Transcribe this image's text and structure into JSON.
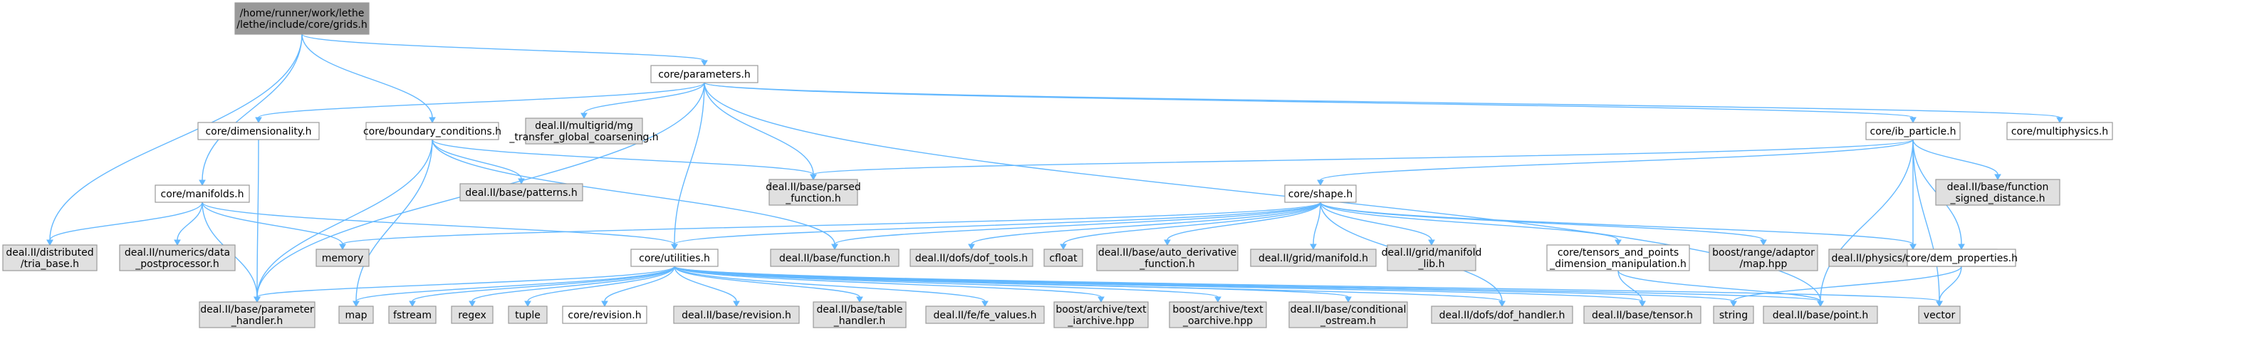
{
  "nodes": [
    {
      "id": "root",
      "lines": [
        "/home/runner/work/lethe",
        "/lethe/include/core/grids.h"
      ],
      "kind": "root"
    },
    {
      "id": "parameters",
      "lines": [
        "core/parameters.h"
      ],
      "kind": "local"
    },
    {
      "id": "dimensionality",
      "lines": [
        "core/dimensionality.h"
      ],
      "kind": "local"
    },
    {
      "id": "boundary",
      "lines": [
        "core/boundary_conditions.h"
      ],
      "kind": "local"
    },
    {
      "id": "mgtransfer",
      "lines": [
        "deal.II/multigrid/mg",
        "_transfer_global_coarsening.h"
      ],
      "kind": "external"
    },
    {
      "id": "ibparticle",
      "lines": [
        "core/ib_particle.h"
      ],
      "kind": "local"
    },
    {
      "id": "multiphysics",
      "lines": [
        "core/multiphysics.h"
      ],
      "kind": "local"
    },
    {
      "id": "manifolds",
      "lines": [
        "core/manifolds.h"
      ],
      "kind": "local"
    },
    {
      "id": "patterns",
      "lines": [
        "deal.II/base/patterns.h"
      ],
      "kind": "external"
    },
    {
      "id": "parsedfn",
      "lines": [
        "deal.II/base/parsed",
        "_function.h"
      ],
      "kind": "external"
    },
    {
      "id": "shape",
      "lines": [
        "core/shape.h"
      ],
      "kind": "local"
    },
    {
      "id": "signeddist",
      "lines": [
        "deal.II/base/function",
        "_signed_distance.h"
      ],
      "kind": "external"
    },
    {
      "id": "triabase",
      "lines": [
        "deal.II/distributed",
        "/tria_base.h"
      ],
      "kind": "external"
    },
    {
      "id": "datapost",
      "lines": [
        "deal.II/numerics/data",
        "_postprocessor.h"
      ],
      "kind": "external"
    },
    {
      "id": "memory",
      "lines": [
        "memory"
      ],
      "kind": "external"
    },
    {
      "id": "utilities",
      "lines": [
        "core/utilities.h"
      ],
      "kind": "local"
    },
    {
      "id": "function",
      "lines": [
        "deal.II/base/function.h"
      ],
      "kind": "external"
    },
    {
      "id": "doftools",
      "lines": [
        "deal.II/dofs/dof_tools.h"
      ],
      "kind": "external"
    },
    {
      "id": "cfloat",
      "lines": [
        "cfloat"
      ],
      "kind": "external"
    },
    {
      "id": "autoderiv",
      "lines": [
        "deal.II/base/auto_derivative",
        "_function.h"
      ],
      "kind": "external"
    },
    {
      "id": "gridmanifold",
      "lines": [
        "deal.II/grid/manifold.h"
      ],
      "kind": "external"
    },
    {
      "id": "manifoldlib",
      "lines": [
        "deal.II/grid/manifold",
        "_lib.h"
      ],
      "kind": "external"
    },
    {
      "id": "tensorsmanip",
      "lines": [
        "core/tensors_and_points",
        "_dimension_manipulation.h"
      ],
      "kind": "local"
    },
    {
      "id": "rangeadaptor",
      "lines": [
        "boost/range/adaptor",
        "/map.hpp"
      ],
      "kind": "external"
    },
    {
      "id": "transforms",
      "lines": [
        "deal.II/physics/transformations.h"
      ],
      "kind": "external"
    },
    {
      "id": "demprops",
      "lines": [
        "core/dem_properties.h"
      ],
      "kind": "local"
    },
    {
      "id": "paramhandler",
      "lines": [
        "deal.II/base/parameter",
        "_handler.h"
      ],
      "kind": "external"
    },
    {
      "id": "map",
      "lines": [
        "map"
      ],
      "kind": "external"
    },
    {
      "id": "fstream",
      "lines": [
        "fstream"
      ],
      "kind": "external"
    },
    {
      "id": "regex",
      "lines": [
        "regex"
      ],
      "kind": "external"
    },
    {
      "id": "tuple",
      "lines": [
        "tuple"
      ],
      "kind": "external"
    },
    {
      "id": "revision",
      "lines": [
        "core/revision.h"
      ],
      "kind": "local"
    },
    {
      "id": "baserevision",
      "lines": [
        "deal.II/base/revision.h"
      ],
      "kind": "external"
    },
    {
      "id": "tablehandler",
      "lines": [
        "deal.II/base/table",
        "_handler.h"
      ],
      "kind": "external"
    },
    {
      "id": "fevalues",
      "lines": [
        "deal.II/fe/fe_values.h"
      ],
      "kind": "external"
    },
    {
      "id": "iarchive",
      "lines": [
        "boost/archive/text",
        "_iarchive.hpp"
      ],
      "kind": "external"
    },
    {
      "id": "oarchive",
      "lines": [
        "boost/archive/text",
        "_oarchive.hpp"
      ],
      "kind": "external"
    },
    {
      "id": "condostream",
      "lines": [
        "deal.II/base/conditional",
        "_ostream.h"
      ],
      "kind": "external"
    },
    {
      "id": "dofhandler",
      "lines": [
        "deal.II/dofs/dof_handler.h"
      ],
      "kind": "external"
    },
    {
      "id": "tensor",
      "lines": [
        "deal.II/base/tensor.h"
      ],
      "kind": "external"
    },
    {
      "id": "string",
      "lines": [
        "string"
      ],
      "kind": "external"
    },
    {
      "id": "point",
      "lines": [
        "deal.II/base/point.h"
      ],
      "kind": "external"
    },
    {
      "id": "vector",
      "lines": [
        "vector"
      ],
      "kind": "external"
    }
  ],
  "edges": [
    [
      "root",
      "parameters"
    ],
    [
      "root",
      "boundary"
    ],
    [
      "root",
      "manifolds"
    ],
    [
      "root",
      "triabase"
    ],
    [
      "parameters",
      "dimensionality"
    ],
    [
      "parameters",
      "mgtransfer"
    ],
    [
      "parameters",
      "ibparticle"
    ],
    [
      "parameters",
      "multiphysics"
    ],
    [
      "parameters",
      "parsedfn"
    ],
    [
      "parameters",
      "utilities"
    ],
    [
      "parameters",
      "paramhandler"
    ],
    [
      "parameters",
      "point"
    ],
    [
      "dimensionality",
      "paramhandler"
    ],
    [
      "boundary",
      "patterns"
    ],
    [
      "boundary",
      "parsedfn"
    ],
    [
      "boundary",
      "function"
    ],
    [
      "boundary",
      "paramhandler"
    ],
    [
      "boundary",
      "map"
    ],
    [
      "ibparticle",
      "parsedfn"
    ],
    [
      "ibparticle",
      "shape"
    ],
    [
      "ibparticle",
      "signeddist"
    ],
    [
      "ibparticle",
      "transforms"
    ],
    [
      "ibparticle",
      "demprops"
    ],
    [
      "ibparticle",
      "point"
    ],
    [
      "ibparticle",
      "vector"
    ],
    [
      "manifolds",
      "triabase"
    ],
    [
      "manifolds",
      "datapost"
    ],
    [
      "manifolds",
      "memory"
    ],
    [
      "manifolds",
      "utilities"
    ],
    [
      "manifolds",
      "paramhandler"
    ],
    [
      "shape",
      "memory"
    ],
    [
      "shape",
      "utilities"
    ],
    [
      "shape",
      "function"
    ],
    [
      "shape",
      "doftools"
    ],
    [
      "shape",
      "cfloat"
    ],
    [
      "shape",
      "autoderiv"
    ],
    [
      "shape",
      "gridmanifold"
    ],
    [
      "shape",
      "manifoldlib"
    ],
    [
      "shape",
      "tensorsmanip"
    ],
    [
      "shape",
      "rangeadaptor"
    ],
    [
      "shape",
      "transforms"
    ],
    [
      "shape",
      "dofhandler"
    ],
    [
      "utilities",
      "paramhandler"
    ],
    [
      "utilities",
      "map"
    ],
    [
      "utilities",
      "fstream"
    ],
    [
      "utilities",
      "regex"
    ],
    [
      "utilities",
      "tuple"
    ],
    [
      "utilities",
      "revision"
    ],
    [
      "utilities",
      "baserevision"
    ],
    [
      "utilities",
      "tablehandler"
    ],
    [
      "utilities",
      "fevalues"
    ],
    [
      "utilities",
      "iarchive"
    ],
    [
      "utilities",
      "oarchive"
    ],
    [
      "utilities",
      "condostream"
    ],
    [
      "utilities",
      "dofhandler"
    ],
    [
      "utilities",
      "tensor"
    ],
    [
      "utilities",
      "string"
    ],
    [
      "utilities",
      "point"
    ],
    [
      "utilities",
      "vector"
    ],
    [
      "tensorsmanip",
      "tensor"
    ],
    [
      "tensorsmanip",
      "point"
    ],
    [
      "demprops",
      "string"
    ],
    [
      "demprops",
      "vector"
    ]
  ],
  "colors": {
    "root": "#999999",
    "local": "#ffffff",
    "external": "#e0e0e0",
    "edge": "#63b8ff",
    "border": "#999999"
  }
}
